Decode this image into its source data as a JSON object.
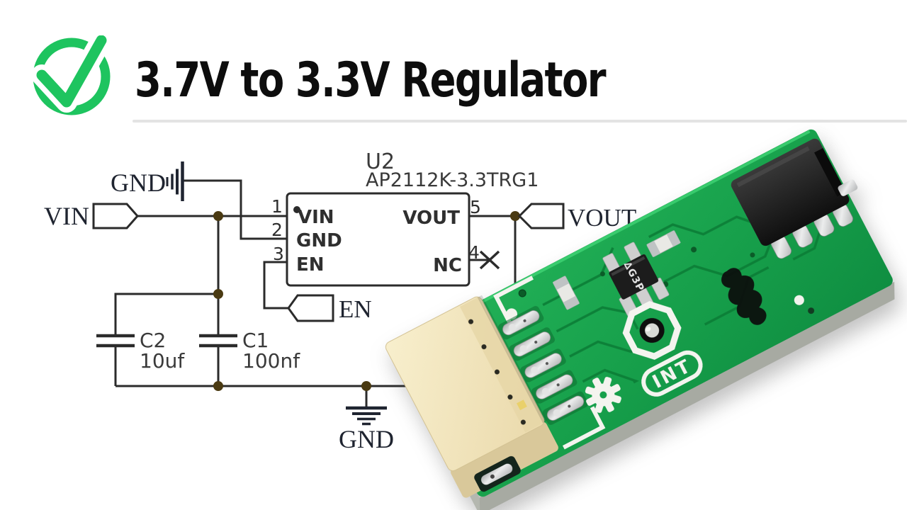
{
  "header": {
    "title": "3.7V to 3.3V Regulator",
    "check_icon": "check-circle-icon",
    "accent_color": "#1ec45f"
  },
  "schematic": {
    "wire_color": "#2b2b2b",
    "junction_color": "#4a3a12",
    "ic": {
      "ref": "U2",
      "part": "AP2112K-3.3TRG1",
      "pins": [
        {
          "num": "1",
          "name": "VIN"
        },
        {
          "num": "2",
          "name": "GND"
        },
        {
          "num": "3",
          "name": "EN"
        },
        {
          "num": "4",
          "name": "NC"
        },
        {
          "num": "5",
          "name": "VOUT"
        }
      ]
    },
    "tags": {
      "vin": "VIN",
      "en": "EN",
      "vout": "VOUT",
      "gnd_top": "GND",
      "gnd_bottom": "GND"
    },
    "capacitors": [
      {
        "ref": "C2",
        "value": "10uf"
      },
      {
        "ref": "C1",
        "value": "100nf"
      }
    ]
  },
  "pcb": {
    "board_color": "#18a04c",
    "silkscreen_label": "INT",
    "chip_marking": "∆G3P"
  }
}
